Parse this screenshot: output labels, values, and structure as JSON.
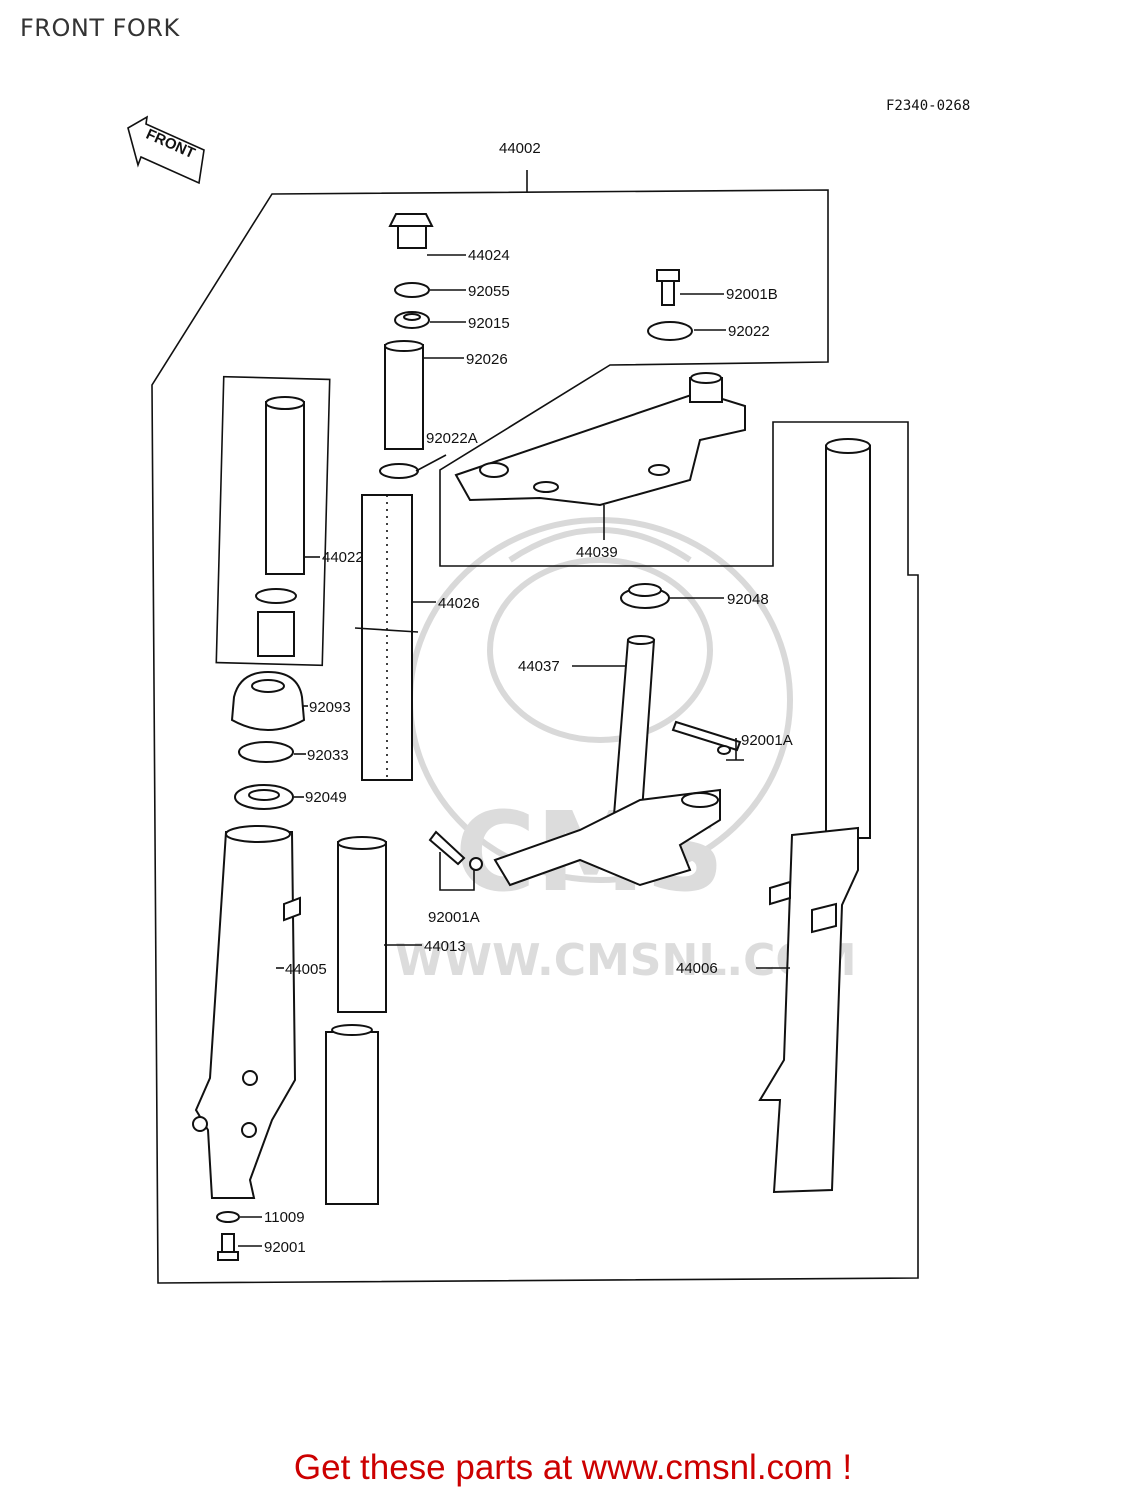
{
  "header": {
    "title": "FRONT FORK",
    "figure_code": "F2340-0268"
  },
  "front_arrow_label": "FRONT",
  "watermark": {
    "logo_text": "CMS",
    "url_text": "WWW.CMSNL.COM"
  },
  "parts": [
    {
      "id": "p44002",
      "label": "44002"
    },
    {
      "id": "p44024",
      "label": "44024"
    },
    {
      "id": "p92055",
      "label": "92055"
    },
    {
      "id": "p92015",
      "label": "92015"
    },
    {
      "id": "p92026",
      "label": "92026"
    },
    {
      "id": "p92001B",
      "label": "92001B"
    },
    {
      "id": "p92022",
      "label": "92022"
    },
    {
      "id": "p92022A",
      "label": "92022A"
    },
    {
      "id": "p44022",
      "label": "44022"
    },
    {
      "id": "p44039",
      "label": "44039"
    },
    {
      "id": "p44026",
      "label": "44026"
    },
    {
      "id": "p92048",
      "label": "92048"
    },
    {
      "id": "p44037",
      "label": "44037"
    },
    {
      "id": "p92093",
      "label": "92093"
    },
    {
      "id": "p92001A_r",
      "label": "92001A"
    },
    {
      "id": "p92033",
      "label": "92033"
    },
    {
      "id": "p92049",
      "label": "92049"
    },
    {
      "id": "p92001A_b",
      "label": "92001A"
    },
    {
      "id": "p44013",
      "label": "44013"
    },
    {
      "id": "p44005",
      "label": "44005"
    },
    {
      "id": "p44006",
      "label": "44006"
    },
    {
      "id": "p11009",
      "label": "11009"
    },
    {
      "id": "p92001",
      "label": "92001"
    }
  ],
  "footer": {
    "promo_text": "Get these parts at www.cmsnl.com !"
  }
}
